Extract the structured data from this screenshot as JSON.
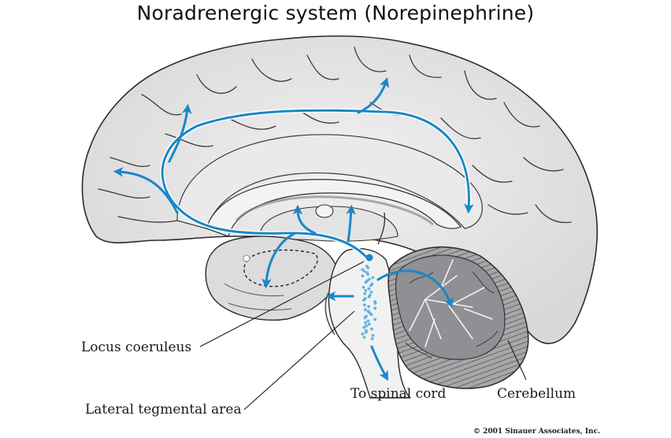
{
  "title": "Noradrenergic system (Norepinephrine)",
  "labels": {
    "locus_coeruleus": "Locus coeruleus",
    "lateral_tegmental_area": "Lateral tegmental area",
    "to_spinal_cord": "To spinal cord",
    "cerebellum": "Cerebellum"
  },
  "copyright": "© 2001 Sinauer Associates, Inc.",
  "colors": {
    "pathway": "#1a87c9",
    "pathway_light": "#5fb3e3",
    "brain_fill": "#e9e8e8",
    "brain_outline": "#2b2b2b",
    "cerebellum_fill": "#9a9b9d"
  },
  "projections": [
    "frontal-cortex",
    "prefrontal-cortex",
    "parietal-cortex",
    "occipital-temporal-cortex",
    "thalamus-anterior",
    "thalamus-posterior",
    "amygdala-temporal",
    "cerebellum",
    "brainstem-lateral",
    "spinal-cord"
  ]
}
